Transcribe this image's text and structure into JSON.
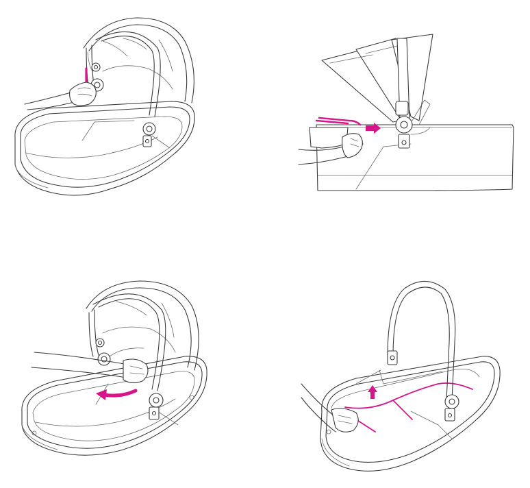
{
  "colors": {
    "line": "#3a3a3a",
    "accent": "#d6158a",
    "background": "#ffffff"
  },
  "steps": [
    {
      "id": 1,
      "action": "press-canopy-release-button",
      "indicator": "magenta-highlight-on-hinge"
    },
    {
      "id": 2,
      "action": "pull-canopy-strap-outward",
      "indicator": "arrow-right"
    },
    {
      "id": 3,
      "action": "rotate-canopy-backward",
      "indicator": "curved-arrow-left"
    },
    {
      "id": 4,
      "action": "lift-inner-lining",
      "indicator": "arrow-up"
    }
  ]
}
